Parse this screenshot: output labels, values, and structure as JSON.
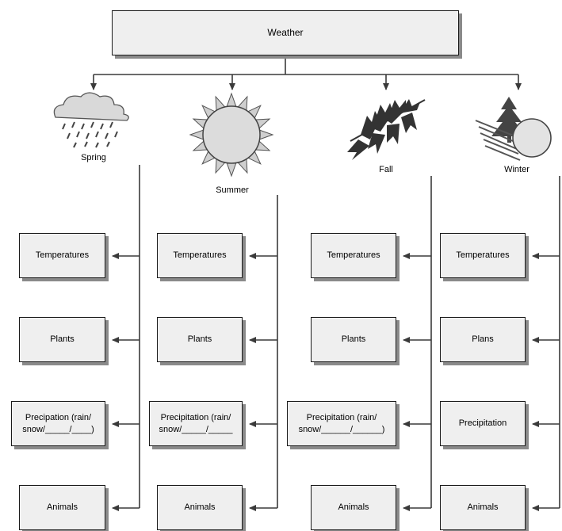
{
  "title": "Weather",
  "seasons": [
    {
      "name": "Spring",
      "icon": "rain-cloud-icon",
      "boxes": [
        "Temperatures",
        "Plants",
        "Precipation (rain/\nsnow/_____/____)",
        "Animals"
      ]
    },
    {
      "name": "Summer",
      "icon": "sun-icon",
      "boxes": [
        "Temperatures",
        "Plants",
        "Precipitation (rain/\nsnow/_____/_____",
        "Animals"
      ]
    },
    {
      "name": "Fall",
      "icon": "leaf-branch-icon",
      "boxes": [
        "Temperatures",
        "Plants",
        "Precipitation (rain/\nsnow/______/______)",
        "Animals"
      ]
    },
    {
      "name": "Winter",
      "icon": "snowy-tree-icon",
      "boxes": [
        "Temperatures",
        "Plans",
        "Precipitation",
        "Animals"
      ]
    }
  ],
  "colors": {
    "box_fill": "#efefef",
    "box_border": "#1a1a1a",
    "shadow": "#8a8a8a",
    "line": "#3a3a3a",
    "icon": "#555555"
  }
}
